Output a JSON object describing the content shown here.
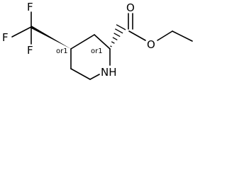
{
  "atoms": {
    "f_top": "F",
    "f_left": "F",
    "f_bottom": "F",
    "o_carbonyl": "O",
    "o_ester": "O",
    "nh": "NH"
  },
  "stereo": {
    "c4": "or1",
    "c2": "or1"
  }
}
